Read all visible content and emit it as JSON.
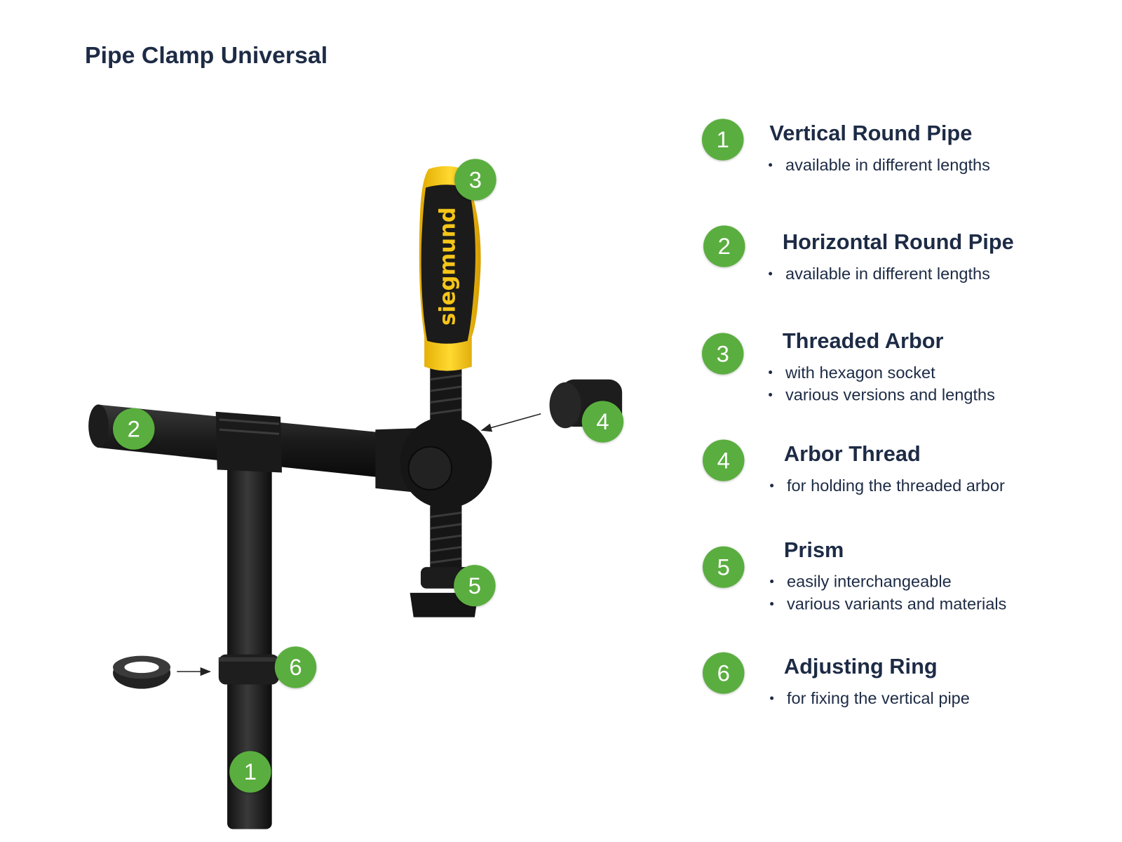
{
  "title": "Pipe Clamp Universal",
  "brand_text": "siegmund",
  "colors": {
    "badge": "#5aae3f",
    "text": "#1d2b45",
    "handle_yellow": "#f5c518",
    "part_black": "#1c1c1c"
  },
  "parts": [
    {
      "number": "1",
      "name": "Vertical Round Pipe",
      "bullets": [
        "available in different lengths"
      ]
    },
    {
      "number": "2",
      "name": "Horizontal Round Pipe",
      "bullets": [
        "available in different lengths"
      ]
    },
    {
      "number": "3",
      "name": "Threaded Arbor",
      "bullets": [
        "with hexagon socket",
        "various versions and lengths"
      ]
    },
    {
      "number": "4",
      "name": "Arbor Thread",
      "bullets": [
        "for holding the threaded arbor"
      ]
    },
    {
      "number": "5",
      "name": "Prism",
      "bullets": [
        "easily interchangeable",
        "various variants and materials"
      ]
    },
    {
      "number": "6",
      "name": "Adjusting Ring",
      "bullets": [
        "for fixing the vertical pipe"
      ]
    }
  ]
}
